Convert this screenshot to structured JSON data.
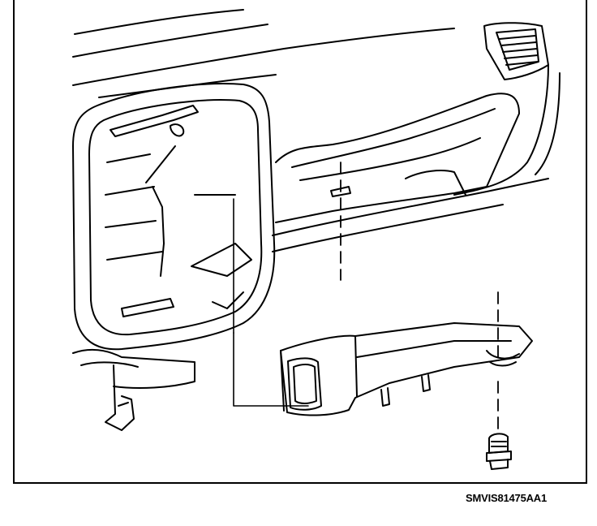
{
  "figure": {
    "code": "SMVIS81475AA1"
  },
  "colors": {
    "line": "#000000",
    "background": "#ffffff"
  },
  "parts": [
    "instrument-panel",
    "glove-box-opening",
    "air-vent",
    "lower-air-duct",
    "clip-fastener"
  ]
}
